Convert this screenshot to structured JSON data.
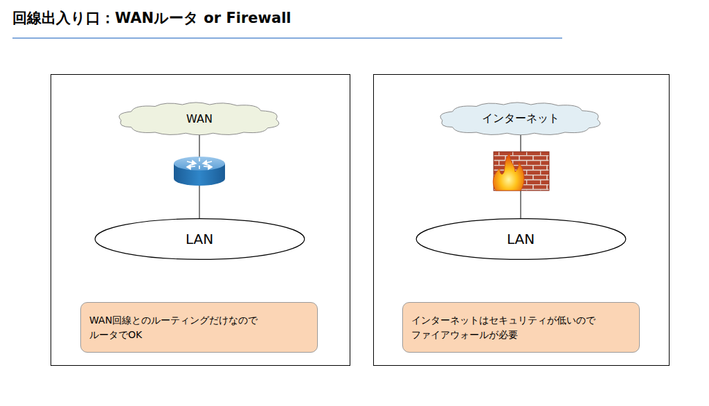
{
  "diagram": {
    "title": "回線出入り口：WANルータ or Firewall",
    "nodes": [
      {
        "text": [
          "WAN"
        ]
      },
      {
        "text": [
          "LAN"
        ]
      },
      {
        "text": [
          "WAN回線とのルーティングだけなので ルータでOK"
        ]
      },
      {
        "text": [
          "インターネット"
        ]
      },
      {
        "text": [
          "LAN"
        ]
      },
      {
        "text": [
          "インターネットはセキュリティが低いので ファイアウォールが必要"
        ]
      }
    ],
    "edges": [
      {
        "from": 0,
        "to": 1,
        "arrow": "none"
      },
      {
        "from": 3,
        "to": 4,
        "arrow": "none"
      }
    ]
  }
}
